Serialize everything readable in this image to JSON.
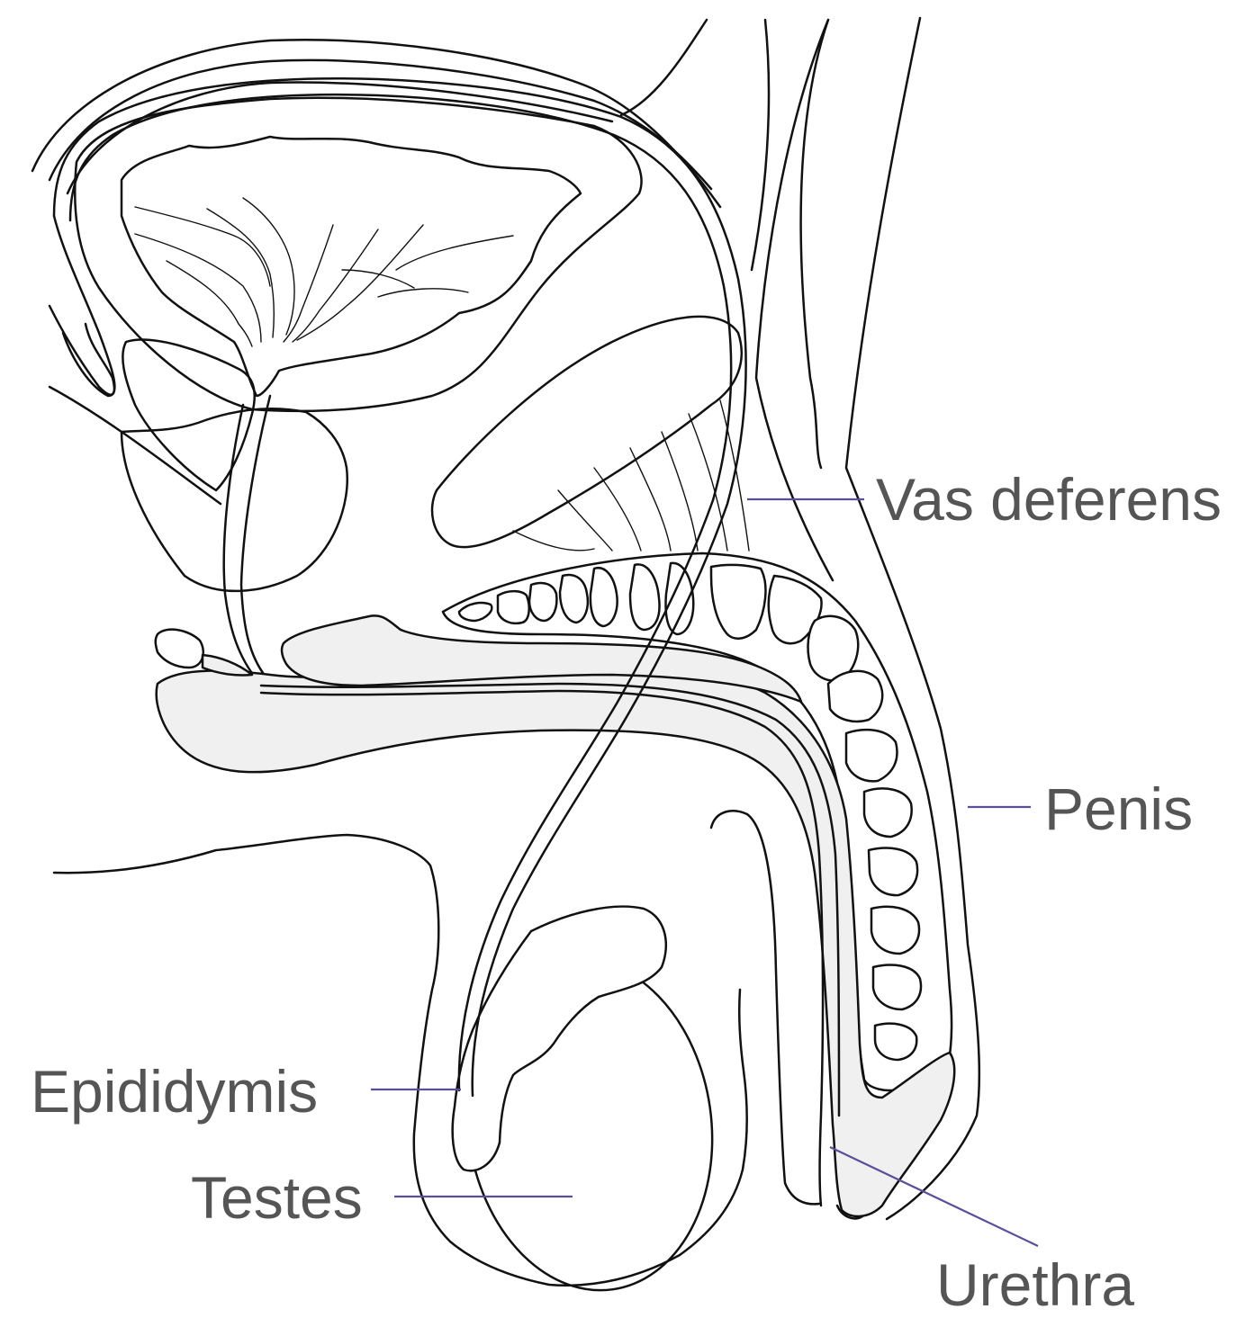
{
  "diagram": {
    "labels": {
      "vas_deferens": "Vas deferens",
      "penis": "Penis",
      "epididymis": "Epididymis",
      "testes": "Testes",
      "urethra": "Urethra"
    },
    "colors": {
      "outline": "#111111",
      "tissue_fill": "#f0f0f0",
      "leader_line": "#5b4f9a",
      "label_text": "#555555"
    }
  }
}
